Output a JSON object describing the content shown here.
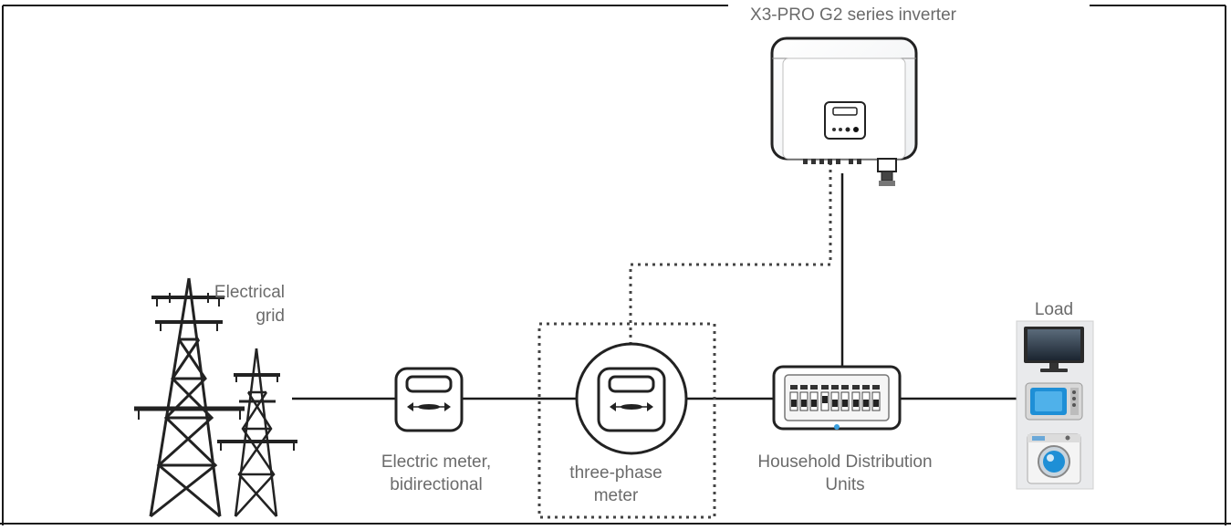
{
  "labels": {
    "inverter_title": "X3-PRO G2 series inverter",
    "grid_line1": "Electrical",
    "grid_line2": "grid",
    "meter1_line1": "Electric meter,",
    "meter1_line2": "bidirectional",
    "meter2_line1": "three-phase",
    "meter2_line2": "meter",
    "hdu_line1": "Household Distribution",
    "hdu_line2": "Units",
    "load": "Load"
  },
  "colors": {
    "line": "#1a1a1a",
    "label": "#6b6b6b",
    "device_stroke": "#222222",
    "monitor_blue": "#1e8fd6",
    "led_blue": "#3aa0e0"
  },
  "icons": [
    "power-tower-icon",
    "electric-meter-icon",
    "inverter-icon",
    "distribution-box-icon",
    "monitor-icon",
    "microwave-icon",
    "washing-machine-icon"
  ]
}
